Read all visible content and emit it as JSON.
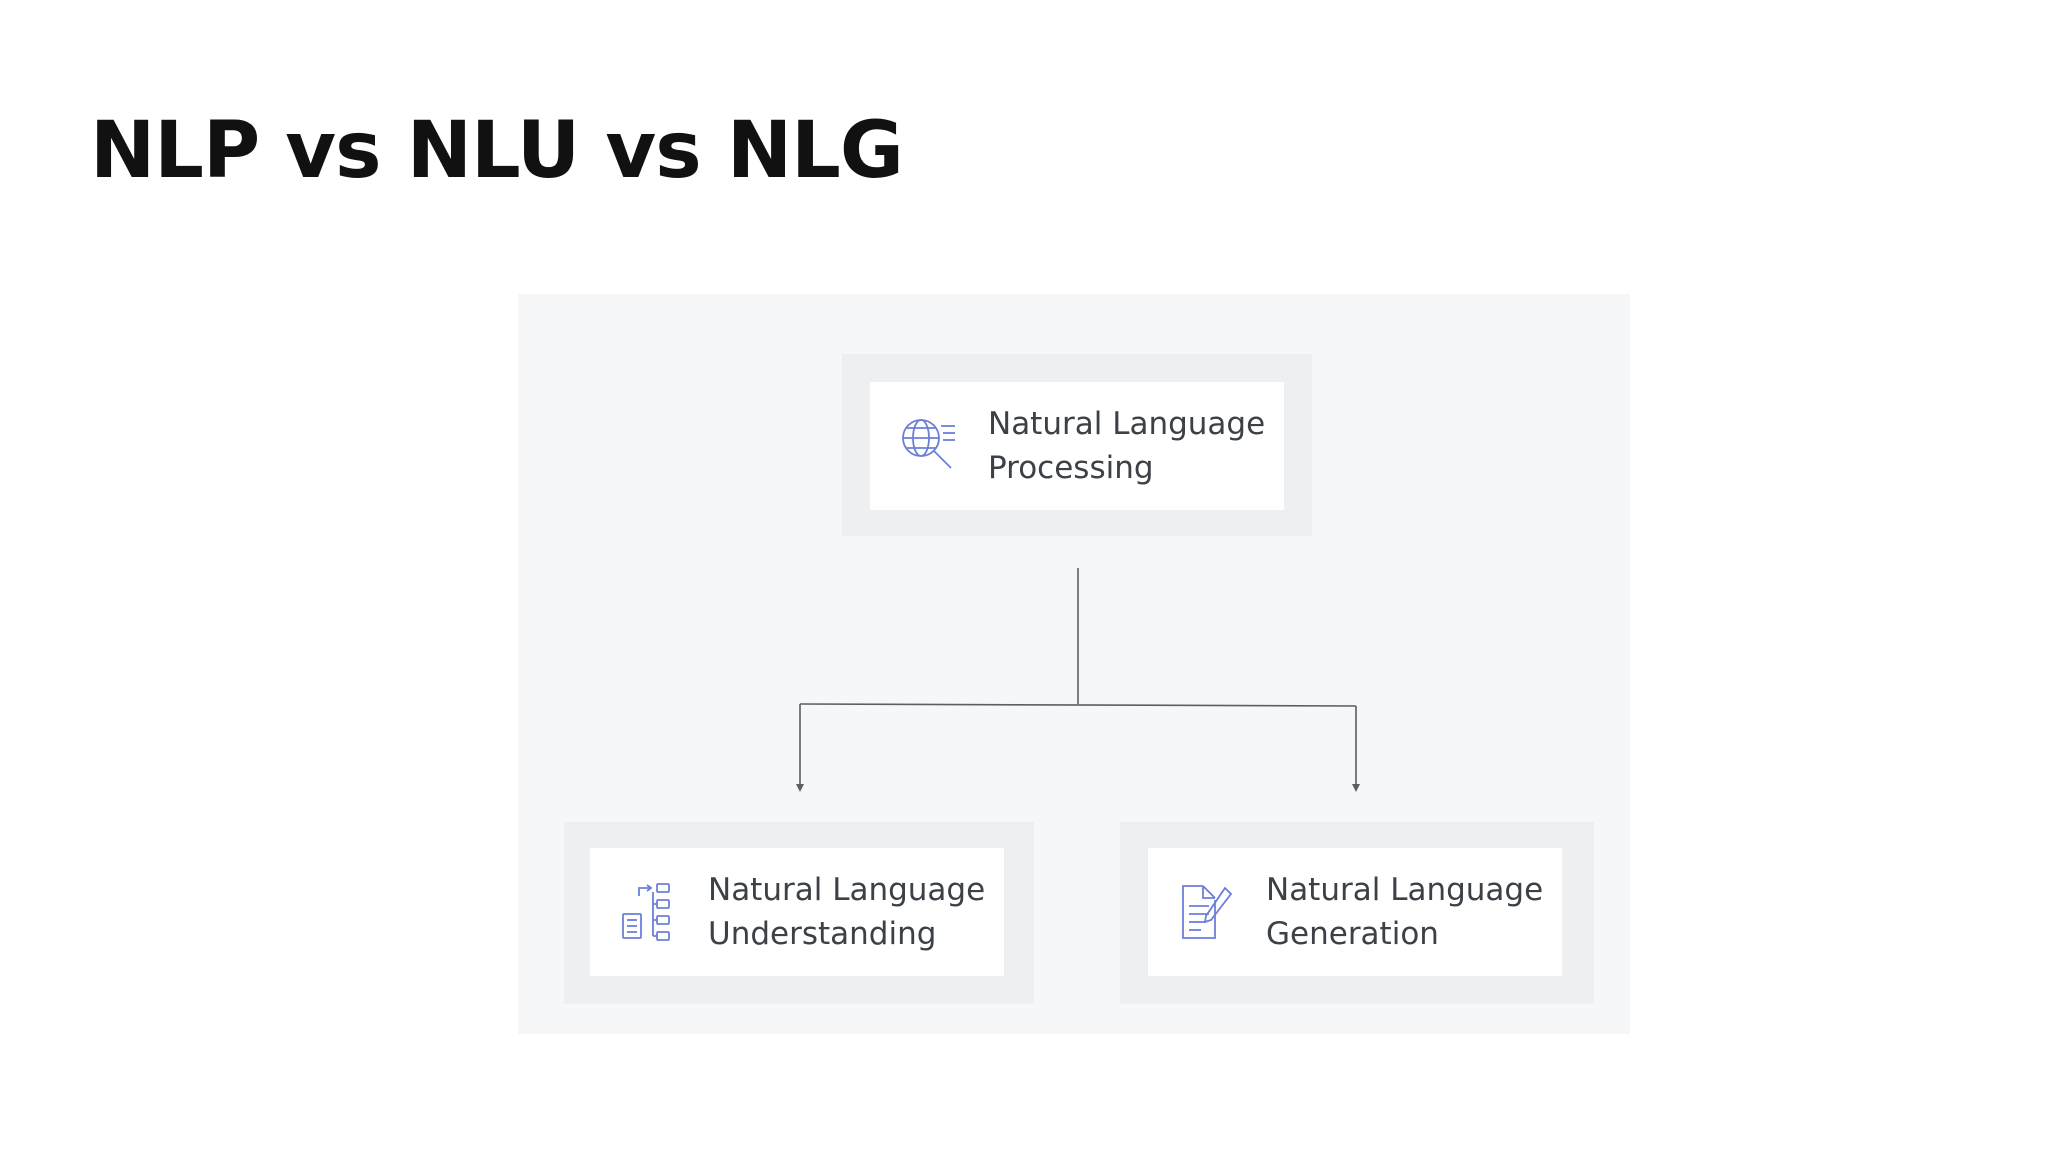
{
  "title": "NLP vs NLU vs NLG",
  "diagram": {
    "root": {
      "line1": "Natural Language",
      "line2": "Processing",
      "icon": "search-text-icon"
    },
    "children": [
      {
        "line1": "Natural Language",
        "line2": "Understanding",
        "icon": "structure-flow-icon"
      },
      {
        "line1": "Natural Language",
        "line2": "Generation",
        "icon": "document-edit-icon"
      }
    ],
    "colors": {
      "panel": "#f6f7f8",
      "icon_accent": "#6b7fd7",
      "connector": "#5a5f66",
      "text": "#3c4148"
    }
  }
}
